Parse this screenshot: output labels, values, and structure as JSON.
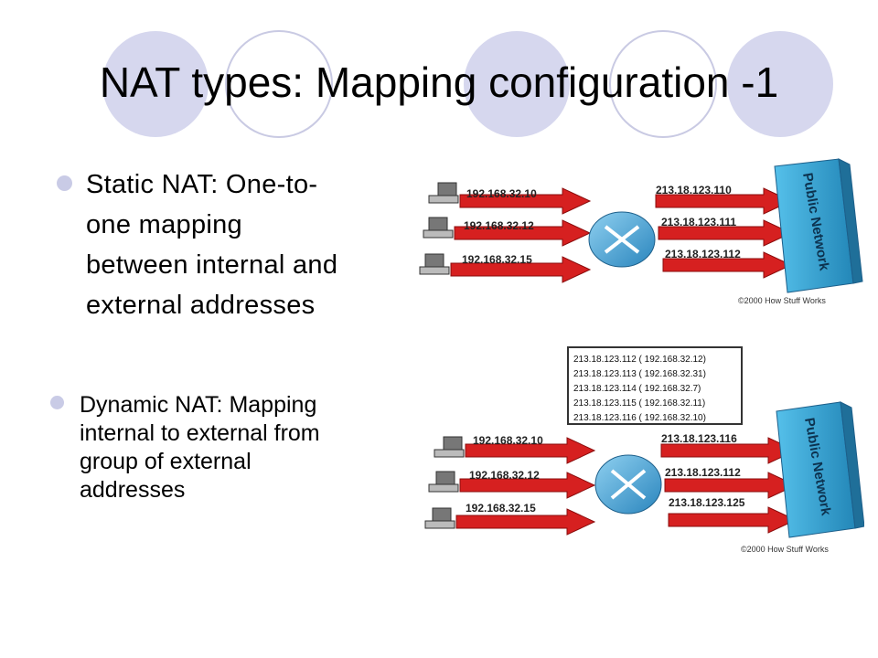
{
  "slide": {
    "title": "NAT types: Mapping configuration -1"
  },
  "bullets": [
    {
      "lines": [
        "Static NAT: One-to-",
        "one mapping",
        "between internal and",
        "external addresses"
      ]
    },
    {
      "lines": [
        "Dynamic NAT: Mapping",
        "internal to external from",
        "group of external",
        "addresses"
      ]
    }
  ],
  "static_diagram": {
    "internal": [
      "192.168.32.10",
      "192.168.32.12",
      "192.168.32.15"
    ],
    "external": [
      "213.18.123.110",
      "213.18.123.111",
      "213.18.123.112"
    ],
    "network_label": "Public Network",
    "copyright": "©2000 How Stuff Works"
  },
  "dynamic_diagram": {
    "table": [
      "213.18.123.112 ( 192.168.32.12)",
      "213.18.123.113 ( 192.168.32.31)",
      "213.18.123.114 ( 192.168.32.7)",
      "213.18.123.115 ( 192.168.32.11)",
      "213.18.123.116 ( 192.168.32.10)"
    ],
    "internal": [
      "192.168.32.10",
      "192.168.32.12",
      "192.168.32.15"
    ],
    "external": [
      "213.18.123.116",
      "213.18.123.112",
      "213.18.123.125"
    ],
    "network_label": "Public Network",
    "copyright": "©2000 How Stuff Works"
  },
  "colors": {
    "circle_fill": "#d6d7ee",
    "circle_stroke": "#c9cae3",
    "bullet": "#c9cbe6",
    "arrow": "#d62020",
    "router": "#4aa8d8",
    "network": "#3aa7d6"
  }
}
